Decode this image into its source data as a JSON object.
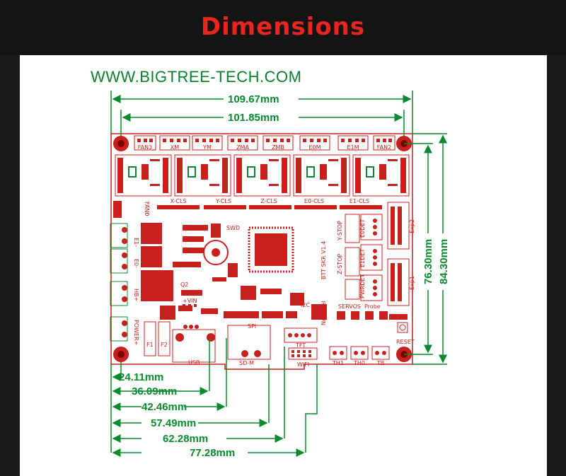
{
  "title": "Dimensions",
  "url": "WWW.BIGTREE-TECH.COM",
  "colors": {
    "accent": "#e8251f",
    "dim": "#0a8a2e",
    "pcb": "#c8201c",
    "panel": "#ffffff",
    "background": "#141414"
  },
  "dimensions": {
    "top_outer": "109.67mm",
    "top_inner": "101.85mm",
    "right_inner": "76.30mm",
    "right_outer": "84.30mm",
    "bottom": [
      "24.11mm",
      "36.09mm",
      "42.46mm",
      "57.49mm",
      "62.28mm",
      "77.28mm"
    ]
  },
  "board": {
    "name": "BTT SKR V1.4",
    "top_connectors": [
      "FAN3",
      "XM",
      "YM",
      "ZMA",
      "ZMB",
      "E0M",
      "E1M",
      "FAN2"
    ],
    "endstops": [
      "X-CLS",
      "Y-CLS",
      "Z-CLS",
      "E0-CLS",
      "E1-CLS"
    ],
    "right_labels": [
      "Exp2",
      "Exp1",
      "RESET"
    ],
    "stop_labels": [
      "Y-STOP",
      "Z-STOP",
      "E0DET",
      "E1DET",
      "PWRDET"
    ],
    "left_labels": [
      "E1-",
      "E0-",
      "HB+",
      "POWER+",
      "FAN0"
    ],
    "mid_labels": [
      "SWD",
      "Q2",
      "+VIN",
      "F1",
      "F2",
      "USB",
      "SD-M",
      "SPI",
      "I2C",
      "SERVOS",
      "Probe",
      "TFT",
      "WIFI",
      "TH1",
      "TH0",
      "TB",
      "Neopixel"
    ]
  }
}
